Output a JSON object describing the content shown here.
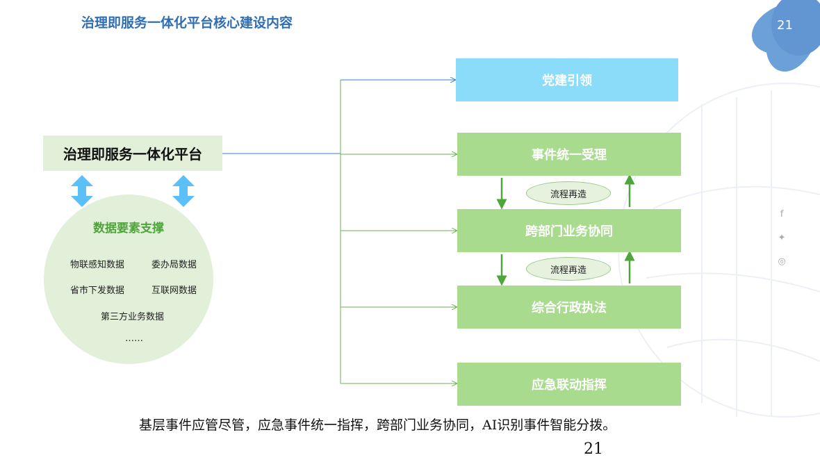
{
  "title": "治理即服务一体化平台核心建设内容",
  "page_number": "21",
  "platform": "治理即服务一体化平台",
  "data_support": {
    "heading": "数据要素支撑",
    "items": [
      "物联感知数据",
      "委办局数据",
      "省市下发数据",
      "互联网数据",
      "第三方业务数据",
      "……"
    ]
  },
  "boxes": [
    "党建引领",
    "事件统一受理",
    "跨部门业务协同",
    "综合行政执法",
    "应急联动指挥"
  ],
  "process_labels": [
    "流程再造",
    "流程再造"
  ],
  "summary": "基层事件应管尽管，应急事件统一指挥，跨部门业务协同，AI识别事件智能分拨。",
  "footer_page": "21",
  "colors": {
    "title": "#2f6db5",
    "blue_box": "#8adcf9",
    "green_box": "#a9db8f",
    "platform_bg": "#e2f0d9"
  }
}
